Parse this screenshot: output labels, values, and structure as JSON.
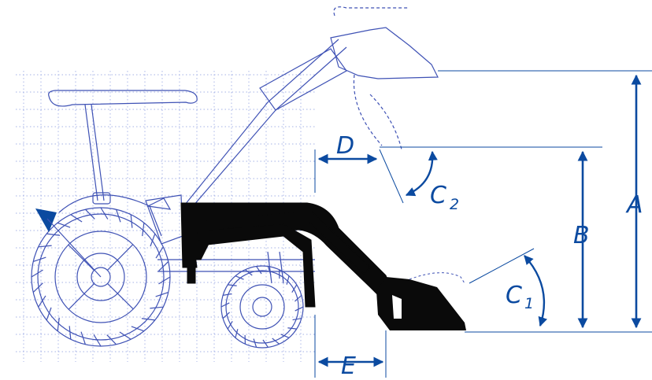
{
  "colors": {
    "blueprint": "#3f52b5",
    "grid": "#6a7fd6",
    "dimension": "#0b4aa0",
    "loader": "#0a0a0a"
  },
  "labels": {
    "A": "A",
    "B": "B",
    "C2_main": "C",
    "C2_sub": "2",
    "C1_main": "C",
    "C1_sub": "1",
    "D": "D",
    "E": "E"
  }
}
